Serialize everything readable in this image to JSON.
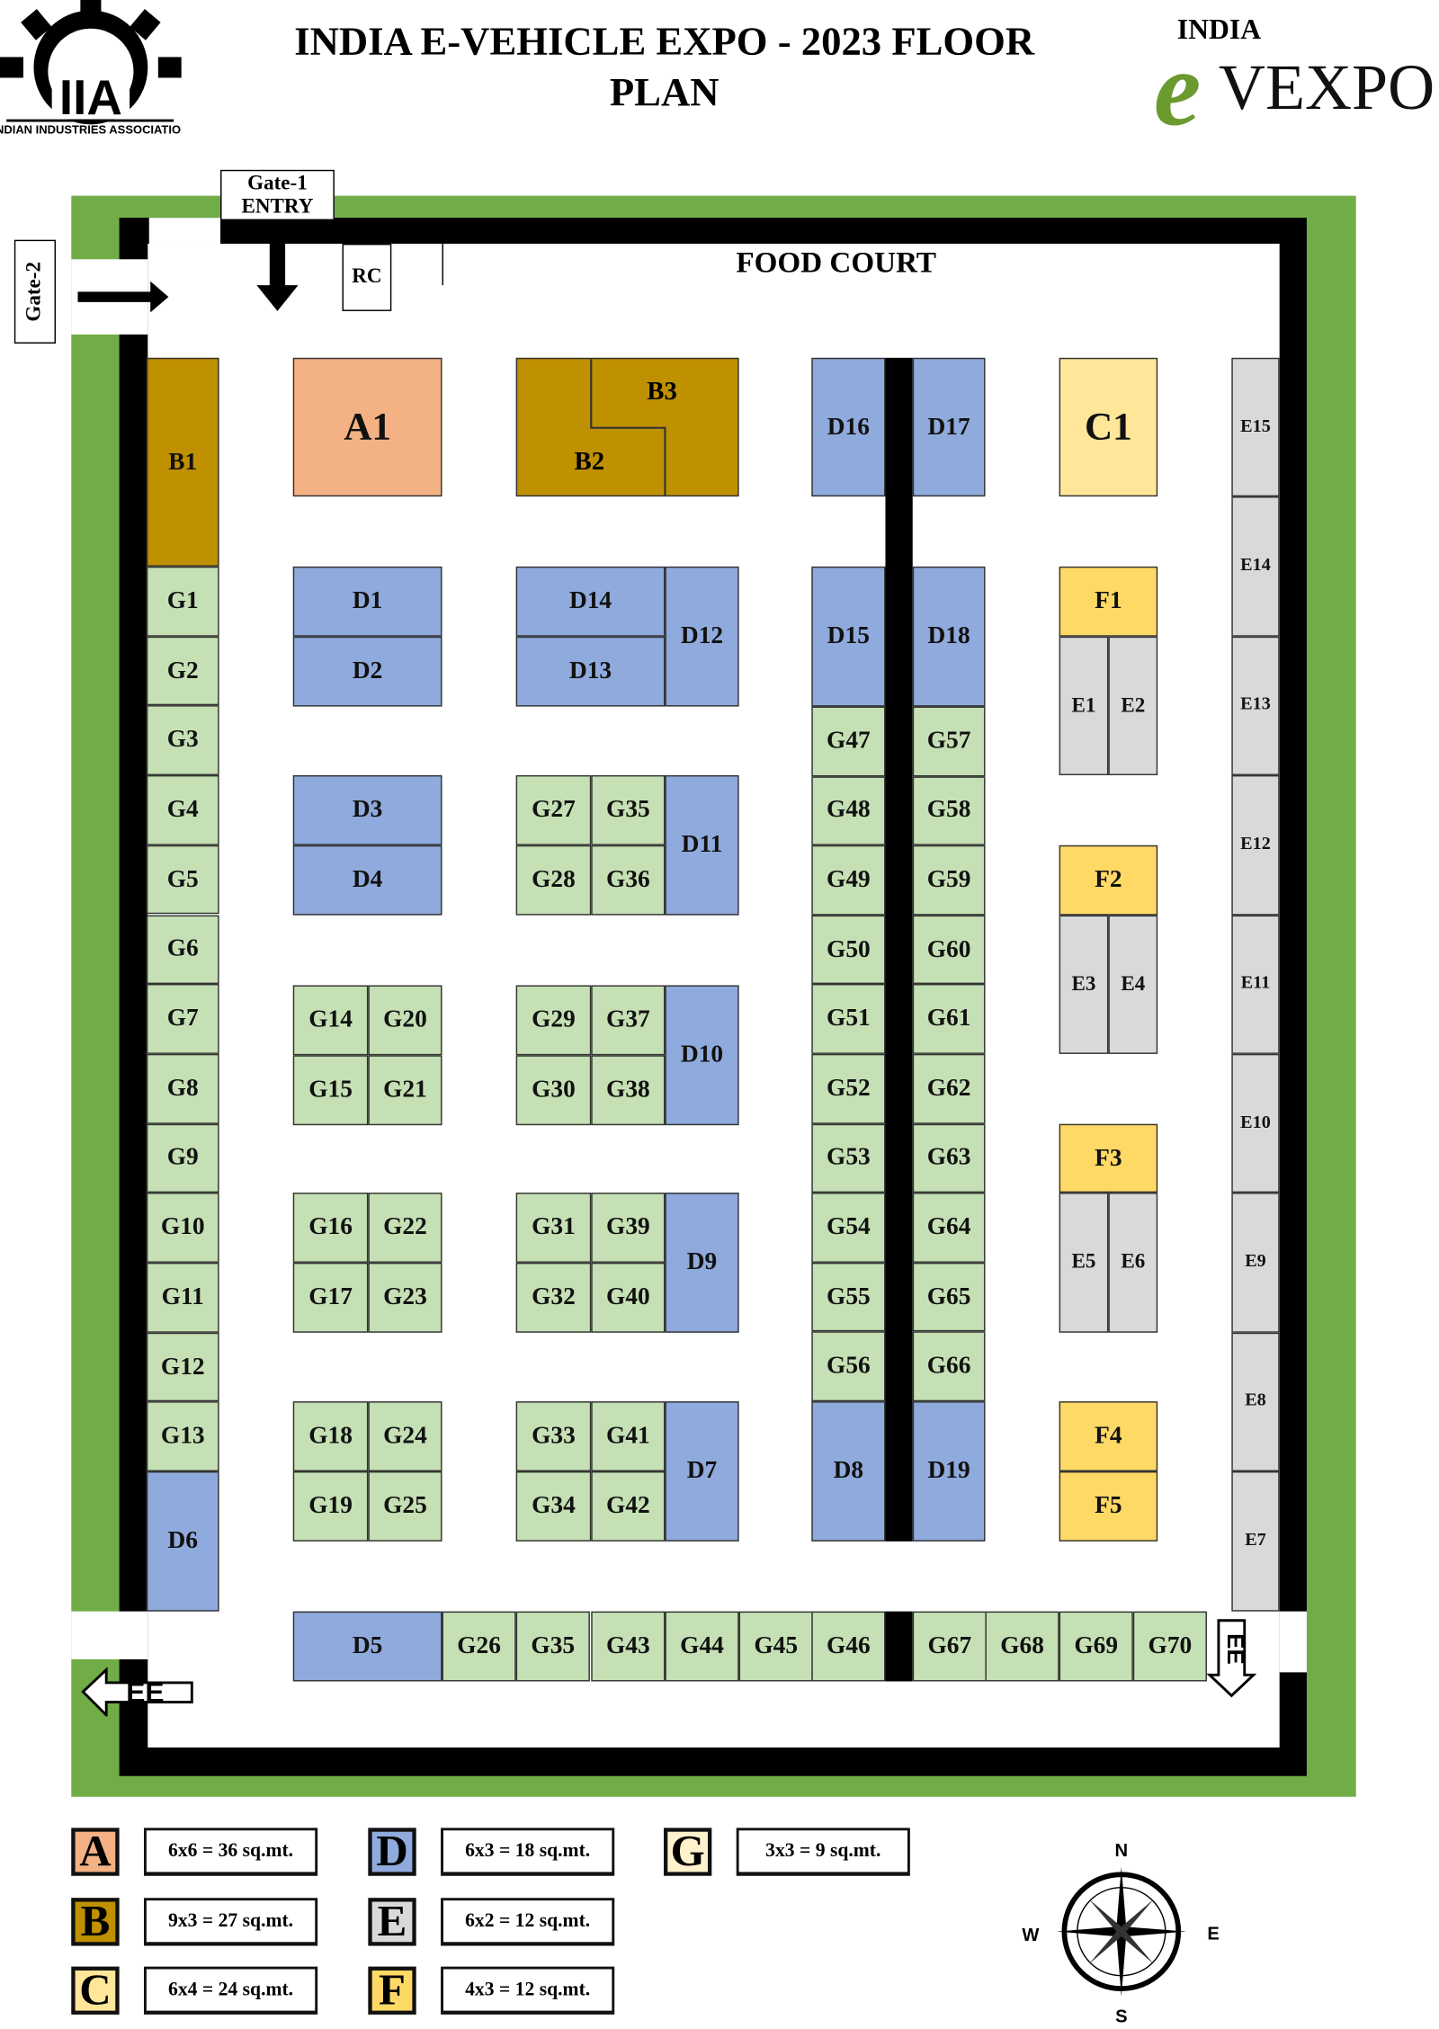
{
  "header": {
    "title_line1": "INDIA E-VEHICLE EXPO - 2023  FLOOR",
    "title_line2": "PLAN",
    "left_logo_text": "IIA",
    "left_logo_caption": "INDIAN INDUSTRIES ASSOCIATION",
    "right_logo_top": "INDIA",
    "right_logo_e": "e",
    "right_logo_main": "VEXPO"
  },
  "plan": {
    "gate1_line1": "Gate-1",
    "gate1_line2": "ENTRY",
    "gate2": "Gate-2",
    "rc": "RC",
    "food_court": "FOOD COURT",
    "exit_left": "EE",
    "exit_right": "EE",
    "b2": "B2",
    "b3": "B3"
  },
  "booths": [
    "B1",
    "G1",
    "G2",
    "G3",
    "G4",
    "G5",
    "G6",
    "G7",
    "G8",
    "G9",
    "G10",
    "G11",
    "G12",
    "G13",
    "D6",
    "A1",
    "D1",
    "D2",
    "D3",
    "D4",
    "G14",
    "G20",
    "G15",
    "G21",
    "G16",
    "G22",
    "G17",
    "G23",
    "G18",
    "G24",
    "G19",
    "G25",
    "D14",
    "D13",
    "D12",
    "G27",
    "G35",
    "G28",
    "G36",
    "D11",
    "G29",
    "G37",
    "G30",
    "G38",
    "D10",
    "G31",
    "G39",
    "G32",
    "G40",
    "D9",
    "G33",
    "G41",
    "G34",
    "G42",
    "D7",
    "D16",
    "D17",
    "D15",
    "D18",
    "G47",
    "G48",
    "G49",
    "G50",
    "G51",
    "G52",
    "G53",
    "G54",
    "G55",
    "G56",
    "G57",
    "G58",
    "G59",
    "G60",
    "G61",
    "G62",
    "G63",
    "G64",
    "G65",
    "G66",
    "D8",
    "D19",
    "C1",
    "F1",
    "E1",
    "E2",
    "F2",
    "E3",
    "E4",
    "F3",
    "E5",
    "E6",
    "F4",
    "F5",
    "E15",
    "E14",
    "E13",
    "E12",
    "E11",
    "E10",
    "E9",
    "E8",
    "E7",
    "D5",
    "G26",
    "G35",
    "G43",
    "G44",
    "G45",
    "G46",
    "G67",
    "G68",
    "G69",
    "G70"
  ],
  "colors": {
    "A": "#f4b183",
    "B": "#bf9000",
    "C": "#ffe699",
    "D": "#8faadc",
    "E": "#d9d9d9",
    "F": "#ffd966",
    "G": "#c5e0b4",
    "G_legend": "#fff2cc",
    "border_green": "#70ad47",
    "wall": "#000000"
  },
  "legend": [
    {
      "letter": "A",
      "size": "6x6 = 36 sq.mt."
    },
    {
      "letter": "B",
      "size": "9x3 = 27 sq.mt."
    },
    {
      "letter": "C",
      "size": "6x4 = 24 sq.mt."
    },
    {
      "letter": "D",
      "size": "6x3 = 18 sq.mt."
    },
    {
      "letter": "E",
      "size": "6x2 = 12 sq.mt."
    },
    {
      "letter": "F",
      "size": "4x3 = 12 sq.mt."
    },
    {
      "letter": "G",
      "size": "3x3 = 9 sq.mt."
    }
  ],
  "compass": {
    "n": "N",
    "s": "S",
    "e": "E",
    "w": "W"
  }
}
